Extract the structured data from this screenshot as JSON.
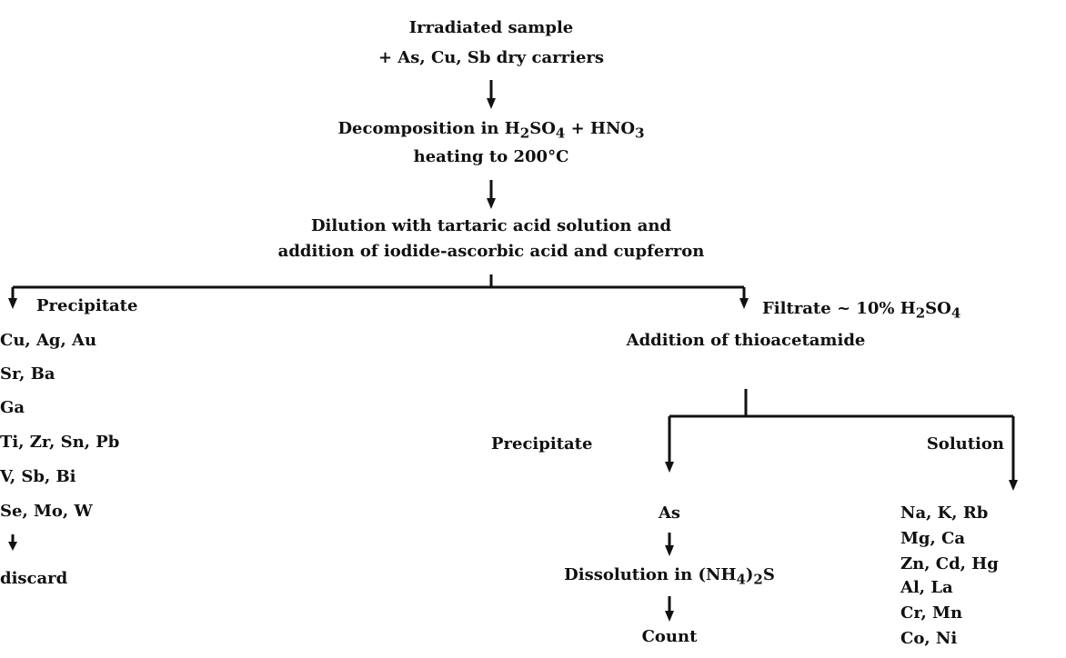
{
  "top": {
    "line1": "Irradiated sample",
    "line2": "+ As, Cu, Sb dry carriers"
  },
  "decomposition": {
    "line1_pre": "Decomposition in H",
    "line1_sub1": "2",
    "line1_mid": "SO",
    "line1_sub2": "4",
    "line1_mid2": " + HNO",
    "line1_sub3": "3",
    "line2": "heating to 200°C"
  },
  "dilution": {
    "line1": "Dilution with tartaric acid solution and",
    "line2": "addition of iodide-ascorbic acid and cupferron"
  },
  "left_branch": {
    "label": "Precipitate",
    "elements": [
      "Cu, Ag, Au",
      "Sr, Ba",
      "Ga",
      "Ti, Zr, Sn, Pb",
      "V, Sb, Bi",
      "Se, Mo, W"
    ],
    "final": "discard"
  },
  "right_branch": {
    "label_pre": "Filtrate ~ 10% H",
    "label_sub1": "2",
    "label_mid": "SO",
    "label_sub2": "4",
    "step": "Addition of thioacetamide"
  },
  "sub_precipitate": {
    "label": "Precipitate",
    "element": "As",
    "dissolution_pre": "Dissolution in (NH",
    "dissolution_sub": "4",
    "dissolution_post": ")",
    "dissolution_sub2": "2",
    "dissolution_end": "S",
    "final": "Count"
  },
  "sub_solution": {
    "label": "Solution",
    "elements": [
      "Na, K, Rb",
      "Mg, Ca",
      "Zn, Cd, Hg",
      "Al, La",
      "Cr, Mn",
      "Co, Ni"
    ]
  }
}
